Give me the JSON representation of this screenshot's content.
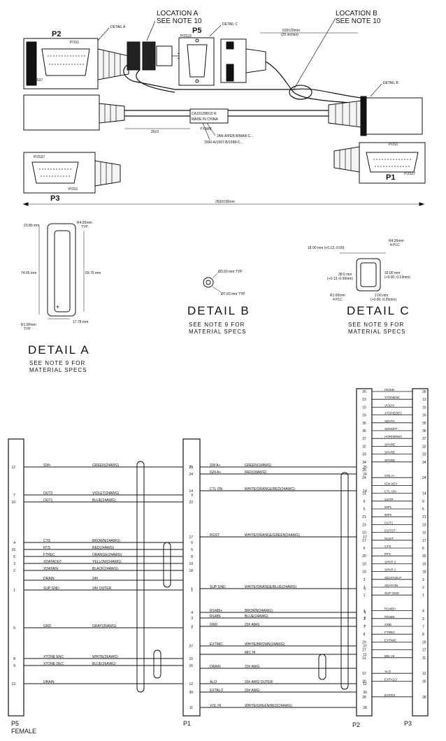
{
  "callouts": {
    "location_a": [
      "LOCATION A",
      "SEE NOTE 10"
    ],
    "location_b": [
      "LOCATION B",
      "SEE NOTE 10"
    ]
  },
  "assembly": {
    "p2_label": "P2",
    "p5_label": "P5",
    "p1_label": "P1",
    "p3_label": "P3",
    "detail_a_ref": "DETAIL A",
    "detail_b_ref": "DETAIL B",
    "detail_c_ref": "DETAIL C",
    "pos1": "POS1",
    "pos37": "POS37",
    "pos15": "POS15",
    "pos1_p1": "POS1",
    "pos37_p1": "POS37",
    "pos37_p3": "POS37",
    "pos1_p3": "POS1",
    "dim_635": "635±20mm",
    "dim_25in": "(25 inches)",
    "dim_25": "25±3",
    "dim_total": "2600±30mm",
    "label_lines": [
      "CA101288/10 R",
      "MADE IN CHINA"
    ],
    "date_code": "YY/MM",
    "date_codes": "JAN-A/FEB-B/MAR-C...",
    "year_codes": "1996-A/1997-B/1998-C..."
  },
  "detail_a": {
    "title": "DETAIL A",
    "note": [
      "SEE NOTE 9 FOR",
      "MATERIAL SPECS"
    ],
    "dims": [
      "23.80 mm",
      "R4.20mm",
      "TYP",
      "74.65 mm",
      "69.70 mm",
      "R1.00mm",
      "TYP",
      "17.78 mm"
    ]
  },
  "detail_b": {
    "title": "DETAIL B",
    "note": [
      "SEE NOTE 9 FOR",
      "MATERIAL SPECS"
    ],
    "dims": [
      "Ø3.50 mm TYP",
      "Ø7.60 mm TYP"
    ]
  },
  "detail_c": {
    "title": "DETAIL C",
    "note": [
      "SEE NOTE 9 FOR",
      "MATERIAL SPECS"
    ],
    "dims": [
      "18.00 mm (+0.13,-0.00)",
      "R4.20mm",
      "4 PLC",
      "38.0 mm",
      "(+0.13,-0.00mm)",
      "32.00 mm",
      "(+0.00,-0.13mm)",
      "R1.00mm",
      "4 PLC",
      "2.00 mm",
      "(+0.00,-0.25mm)"
    ]
  },
  "schematic": {
    "p5_footer": "P5",
    "p5_female": "FEMALE",
    "p1_footer": "P1",
    "p2_footer": "P2",
    "p3_footer": "P3",
    "p5_rows": [
      {
        "pin": "12",
        "sig": "SW+",
        "wire": "GREEN(24AWG)",
        "p1": "25"
      },
      {
        "pin": "7",
        "sig": "OUT2",
        "wire": "VIOLET(24AWG)",
        "p1": "9"
      },
      {
        "pin": "10",
        "sig": "OUT1",
        "wire": "BLUE(24AWG)",
        "p1": "22"
      },
      {
        "pin": "4",
        "sig": "CTS",
        "wire": "BROWN(24AWG)",
        "p1": "6"
      },
      {
        "pin": "15",
        "sig": "RTS",
        "wire": "RED(24AWG)",
        "p1": "5"
      },
      {
        "pin": "6",
        "sig": "FTREC",
        "wire": "ORANGE(24AWG)",
        "p1": "8"
      },
      {
        "pin": "3",
        "sig": "XDATAOUT",
        "wire": "YELLOW(24AWG)",
        "p1": "19"
      },
      {
        "pin": "2",
        "sig": "XDATAIN",
        "wire": "BLACK(24AWG)",
        "p1": "18"
      },
      {
        "pin": "",
        "sig": "DRAIN",
        "wire": "24#",
        "p1": ""
      },
      {
        "pin": "1",
        "sig": "SUP GND",
        "wire": "24# OUTER",
        "p1": "1"
      },
      {
        "pin": "5",
        "sig": "GND",
        "wire": "GRAY(26AWG)",
        "p1": "7"
      },
      {
        "pin": "8",
        "sig": "XTONE ENC",
        "wire": "WHITE(26AWG)",
        "p1": "15"
      },
      {
        "pin": "9",
        "sig": "XTONE DEC",
        "wire": "BLUE(26AWG)",
        "p1": "16"
      },
      {
        "pin": "13",
        "sig": "DRAIN",
        "wire": "",
        "p1": ""
      }
    ],
    "p1_rows": [
      {
        "pin": "25",
        "sig": "SW A+",
        "wire": "GREEN(18AWG)",
        "p2": "25"
      },
      {
        "pin": "24",
        "sig": "IGN A+",
        "wire": "RED(18AWG)",
        "p2": "24"
      },
      {
        "pin": "14",
        "sig": "CTL ON",
        "wire": "WHITE/ORANGE/RED(24AWG)",
        "p2": "14"
      },
      {
        "pin": "17",
        "sig": "RGST",
        "wire": "WHITE/ORANGE/GREEN(24AWG)",
        "p2": "17"
      },
      {
        "pin": "1",
        "sig": "SUP GND",
        "wire": "WHITE/ORANGE/BLUE(24AWG)",
        "p2": "1"
      },
      {
        "pin": "4",
        "sig": "RS485+",
        "wire": "BROWN(24AWG)",
        "p2": "4"
      },
      {
        "pin": "3",
        "sig": "RS485-",
        "wire": "BLUE(24AWG)",
        "p2": "3"
      },
      {
        "pin": "7",
        "sig": "GND",
        "wire": "20# AWG",
        "p2": "7"
      },
      {
        "pin": "27",
        "sig": "EXTMIC",
        "wire": "WHITE/BROWN(24AWG)",
        "p2": "27"
      },
      {
        "pin": "",
        "sig": "",
        "wire": "MIC HI",
        "p2": "11"
      },
      {
        "pin": "",
        "sig": "DRAIN",
        "wire": "20# AWG",
        "p2": ""
      },
      {
        "pin": "12",
        "sig": "ALO",
        "wire": "20# AWG OUTER",
        "p2": "12"
      },
      {
        "pin": "30",
        "sig": "EXTALO",
        "wire": "20# AWG",
        "p2": "30"
      },
      {
        "pin": "11",
        "sig": "VOL HI",
        "wire": "WHITE/GREEN/RED(24AWG)",
        "p2": "28"
      }
    ],
    "p3_rows": [
      {
        "p2": "26",
        "sig": "HKSW",
        "p3": "26"
      },
      {
        "p2": "13",
        "sig": "XTONENC",
        "p3": "13"
      },
      {
        "p2": "15",
        "sig": "VOLHI",
        "p3": "15"
      },
      {
        "p2": "16",
        "sig": "XTONEDEC",
        "p3": "16"
      },
      {
        "p2": "35",
        "sig": "SDATA",
        "p3": "35"
      },
      {
        "p2": "36",
        "sig": "SDNOFF",
        "p3": "36"
      },
      {
        "p2": "37",
        "sig": "HORNRING",
        "p3": "37"
      },
      {
        "p2": "32",
        "sig": "SPARE",
        "p3": "32"
      },
      {
        "p2": "33",
        "sig": "SPARE",
        "p3": "33"
      },
      {
        "p2": "34",
        "sig": "SPARE",
        "p3": "34"
      },
      {
        "p2": "25",
        "sig": "",
        "p3": ""
      },
      {
        "p2": "24",
        "sig": "IGN A+",
        "p3": "24"
      },
      {
        "p2": "",
        "sig": "IGN KEY",
        "p3": ""
      },
      {
        "p2": "14",
        "sig": "CTL ON",
        "p3": "14"
      },
      {
        "p2": "9",
        "sig": "OUTP",
        "p3": "9"
      },
      {
        "p2": "5",
        "sig": "INP1",
        "p3": "5"
      },
      {
        "p2": "21",
        "sig": "INP2",
        "p3": "21"
      },
      {
        "p2": "23",
        "sig": "OUT1",
        "p3": "23"
      },
      {
        "p2": "10",
        "sig": "OUTST",
        "p3": "10"
      },
      {
        "p2": "17",
        "sig": "RGST",
        "p3": "17"
      },
      {
        "p2": "6",
        "sig": "CTS",
        "p3": "6"
      },
      {
        "p2": "20",
        "sig": "RTS",
        "p3": "20"
      },
      {
        "p2": "19",
        "sig": "SPKR 2",
        "p3": "19"
      },
      {
        "p2": "18",
        "sig": "SPKR 1",
        "p3": "18"
      },
      {
        "p2": "3",
        "sig": "XDATAOUT",
        "p3": "3"
      },
      {
        "p2": "2",
        "sig": "XDATAIN",
        "p3": "2"
      },
      {
        "p2": "1",
        "sig": "SUP GND",
        "p3": "1"
      },
      {
        "p2": "",
        "sig": "",
        "p3": ""
      },
      {
        "p2": "4",
        "sig": "RS485+",
        "p3": "4"
      },
      {
        "p2": "3",
        "sig": "RS485-",
        "p3": "3"
      },
      {
        "p2": "7",
        "sig": "GND",
        "p3": "7"
      },
      {
        "p2": "8",
        "sig": "FTREC",
        "p3": "8"
      },
      {
        "p2": "29",
        "sig": "EXTMIC",
        "p3": "29"
      },
      {
        "p2": "27",
        "sig": "",
        "p3": "27"
      },
      {
        "p2": "11",
        "sig": "MIC HI",
        "p3": "11"
      },
      {
        "p2": "",
        "sig": "",
        "p3": ""
      },
      {
        "p2": "12",
        "sig": "ALO",
        "p3": "12"
      },
      {
        "p2": "30",
        "sig": "EXTALO",
        "p3": "30"
      },
      {
        "p2": "",
        "sig": "",
        "p3": ""
      },
      {
        "p2": "28",
        "sig": "EXTRX",
        "p3": "28"
      }
    ]
  }
}
